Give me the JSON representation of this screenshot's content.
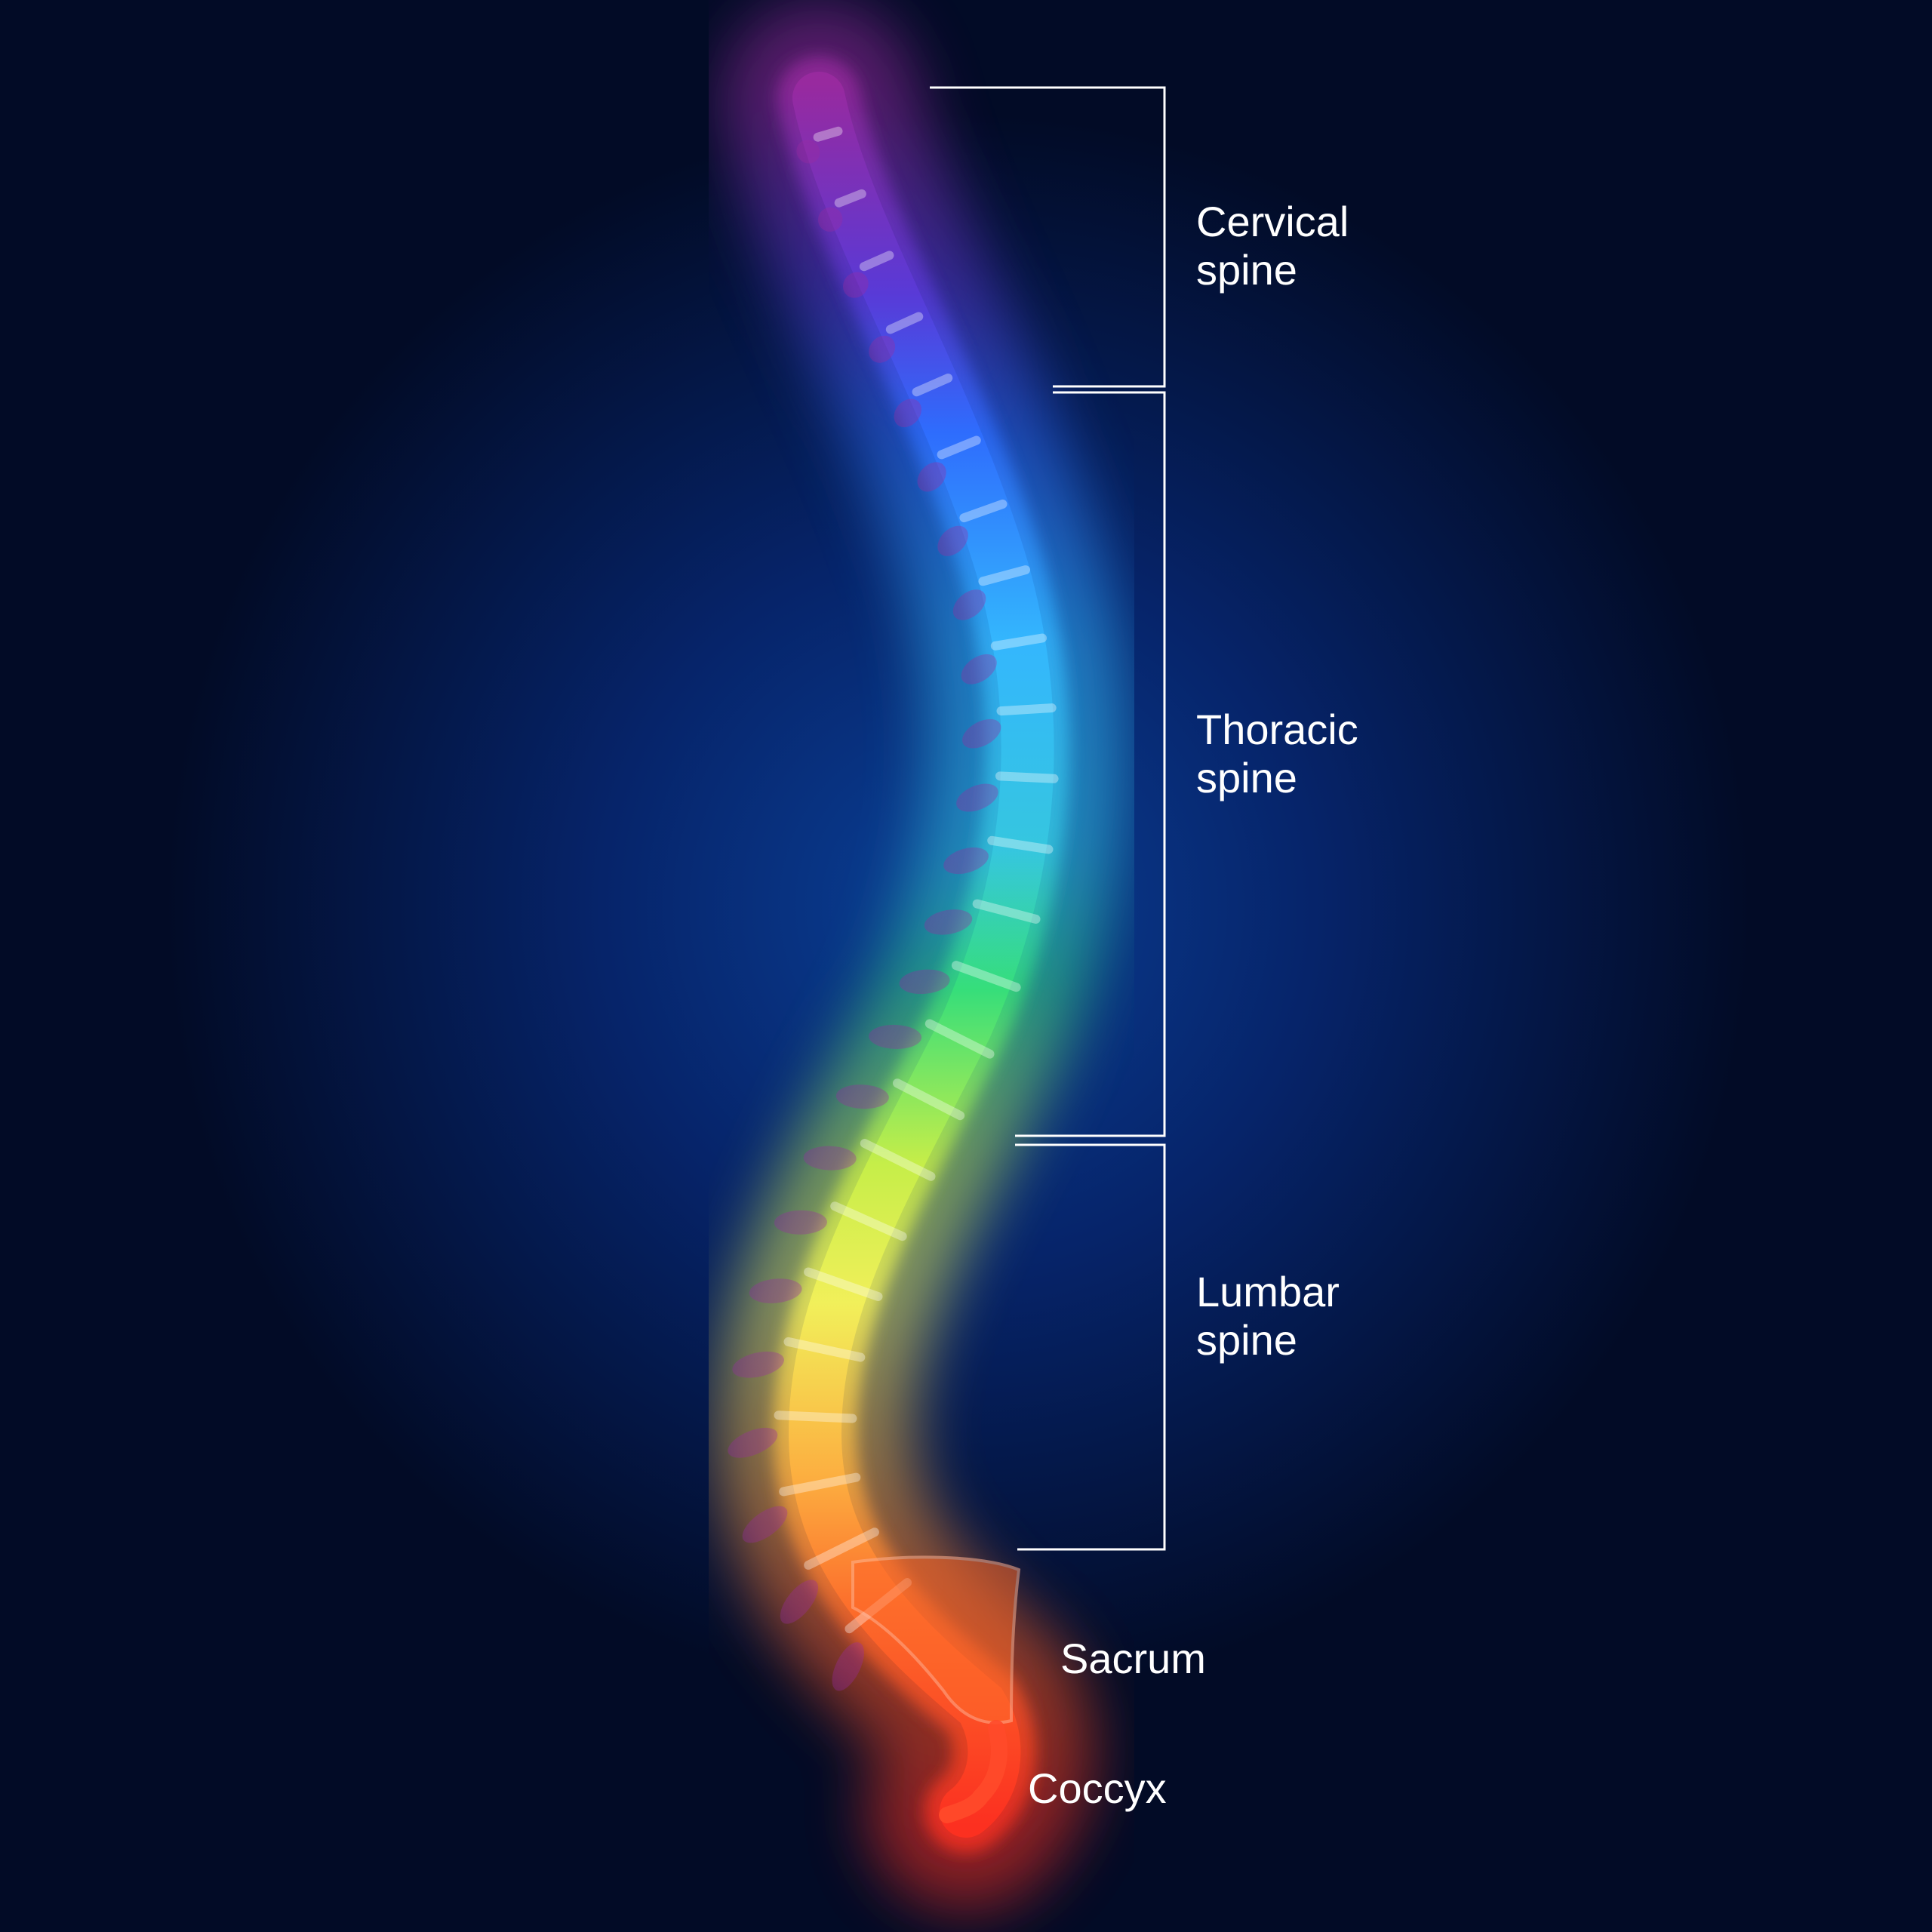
{
  "regions": {
    "cervical": {
      "line1": "Cervical",
      "line2": "spine"
    },
    "thoracic": {
      "line1": "Thoracic",
      "line2": "spine"
    },
    "lumbar": {
      "line1": "Lumbar",
      "line2": "spine"
    },
    "sacrum": {
      "label": "Sacrum"
    },
    "coccyx": {
      "label": "Coccyx"
    }
  },
  "colors": {
    "background": "#020b26",
    "glow": "#0a3a8c",
    "bracket": "#ffffff",
    "label": "#ffffff",
    "cervical": "#8a2aa8",
    "thoracic_upper": "#2f7dff",
    "thoracic_mid": "#34c8ff",
    "thoracic_lower": "#36e07a",
    "lumbar": "#f2f25a",
    "sacrum": "#ff6a2a",
    "coccyx": "#ff3a20"
  }
}
